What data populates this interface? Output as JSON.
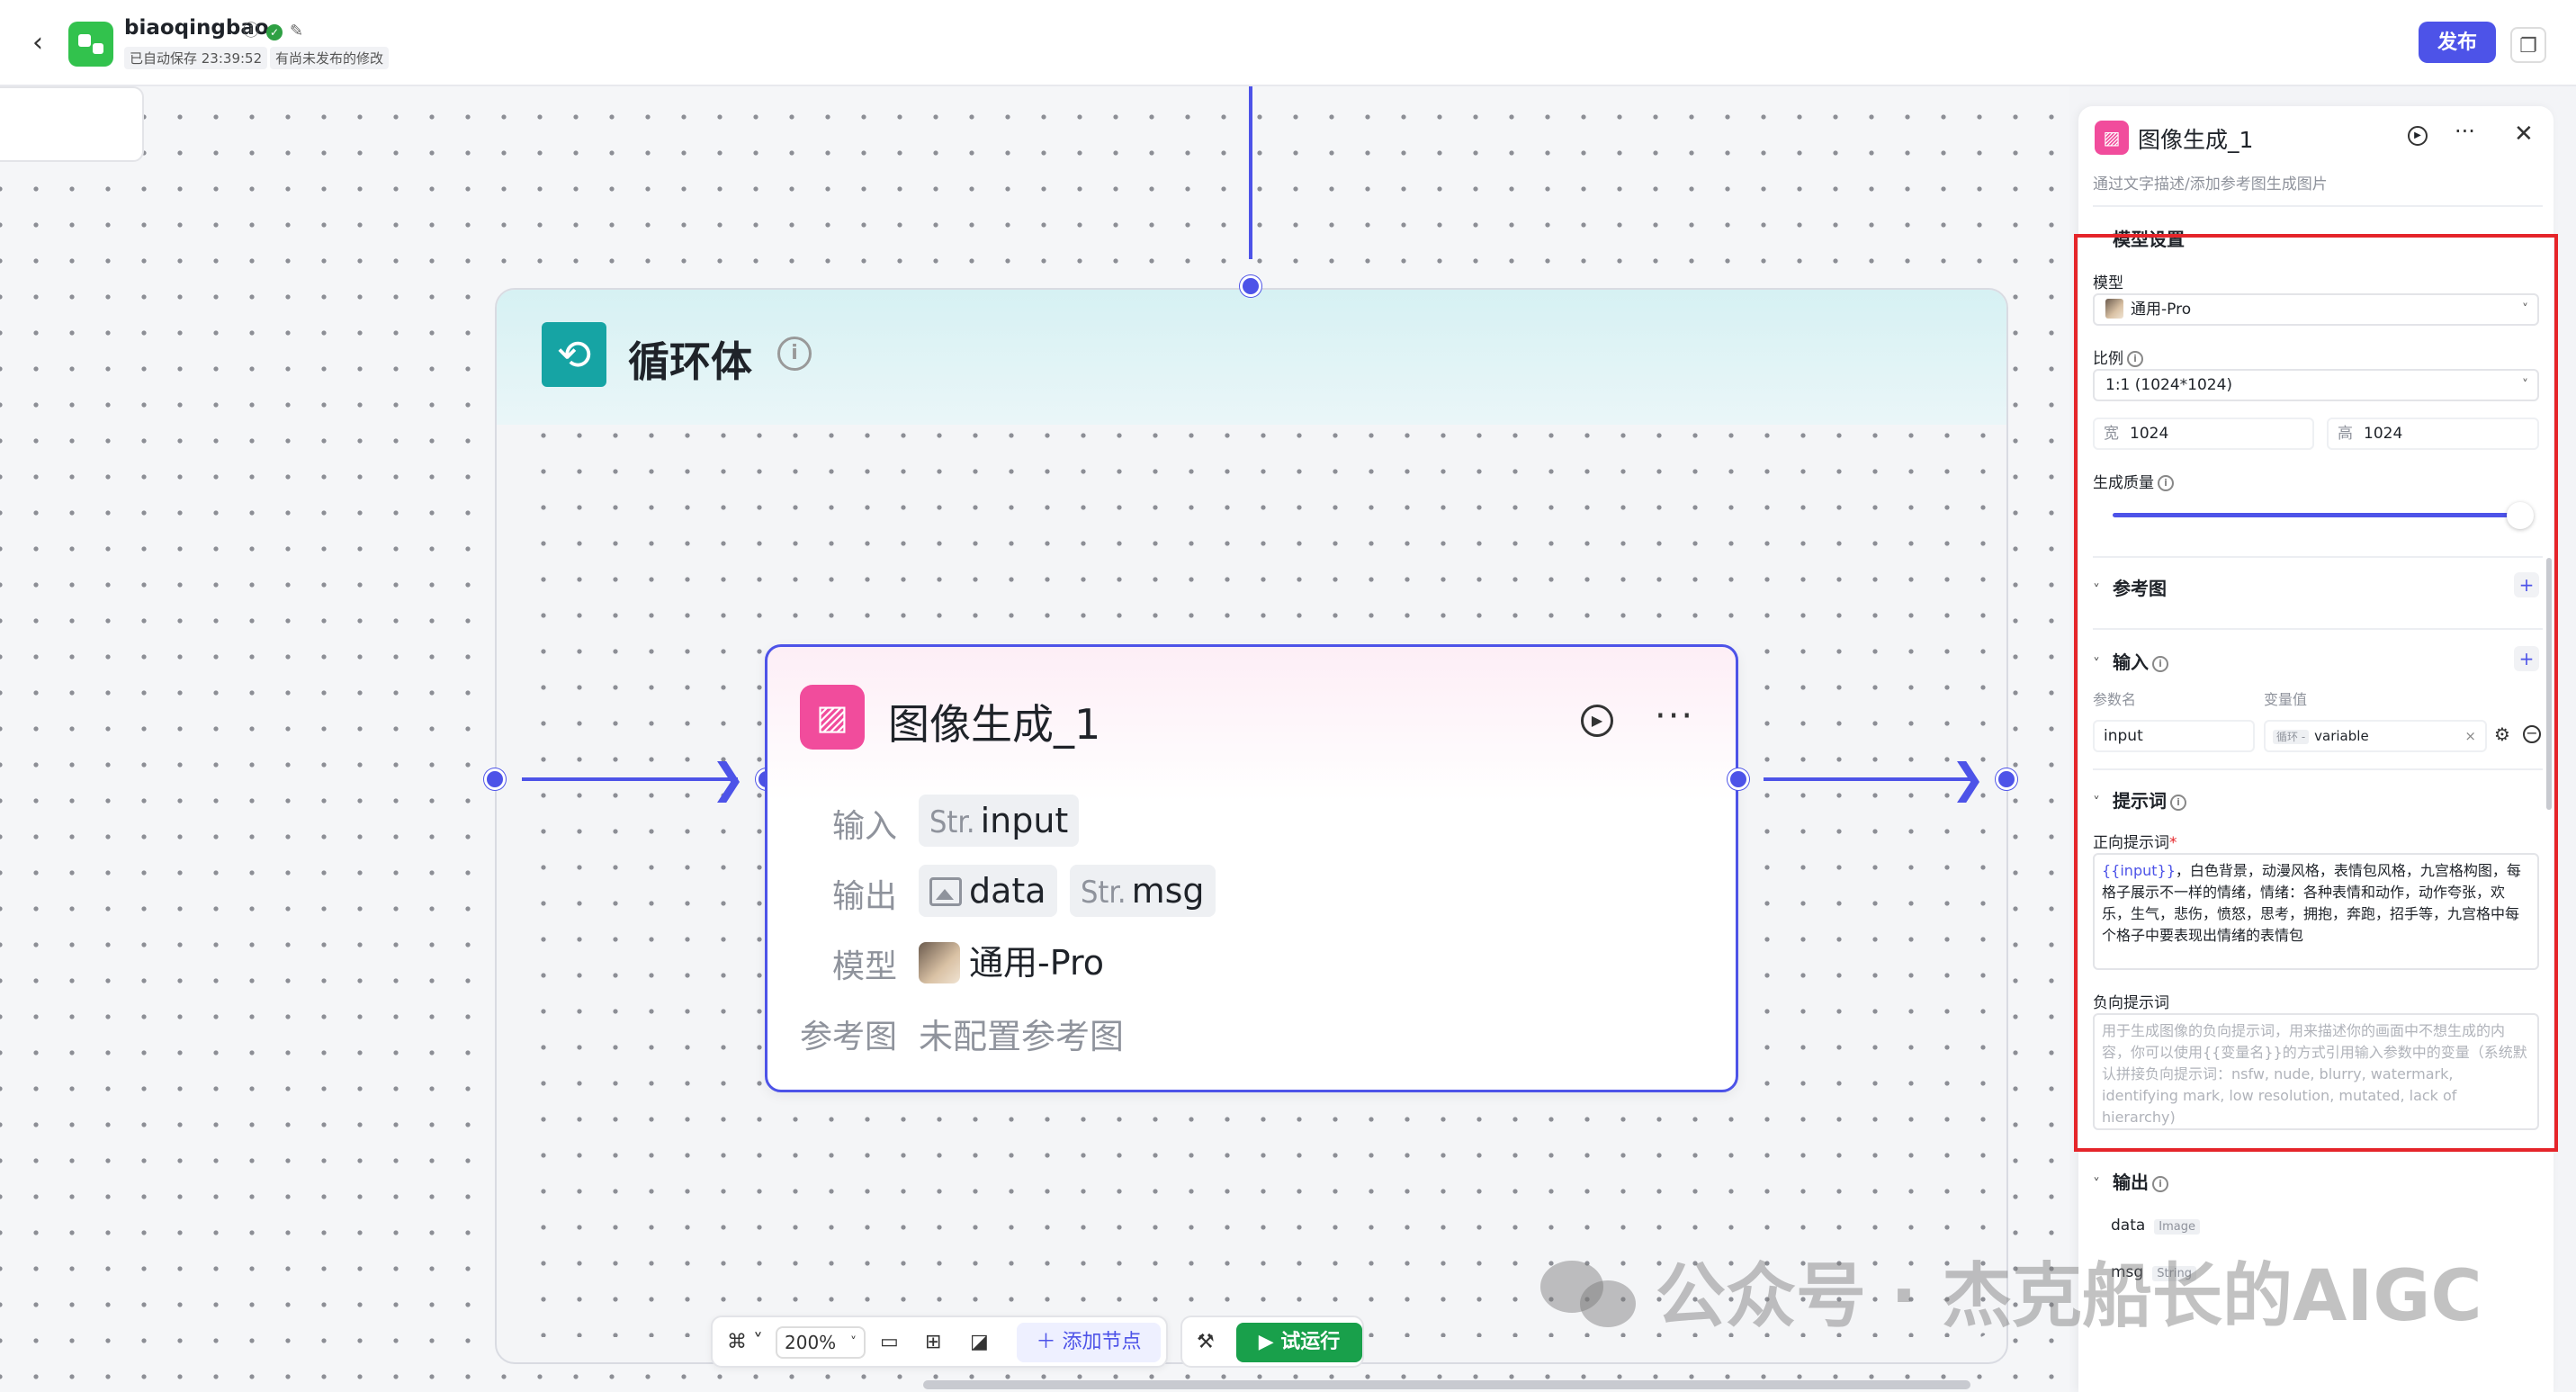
{
  "header": {
    "back_icon": "chevron-left-icon",
    "app_name": "biaoqingbao",
    "autosave": "已自动保存 23:39:52",
    "unpublished": "有尚未发布的修改",
    "publish_label": "发布",
    "colors": {
      "brand": "#4d53e8",
      "logo": "#32c24d"
    }
  },
  "canvas": {
    "loop_node": {
      "title": "循环体",
      "icon": "loop-icon",
      "color": "#16a4a4"
    },
    "image_node": {
      "title": "图像生成_1",
      "input_label": "输入",
      "input_type": "Str.",
      "input_value": "input",
      "output_label": "输出",
      "output_data": "data",
      "output_type": "Str.",
      "output_msg": "msg",
      "model_label": "模型",
      "model_value": "通用-Pro",
      "ref_label": "参考图",
      "ref_value": "未配置参考图",
      "color": "#f14c9c"
    }
  },
  "toolbar": {
    "zoom": "200%",
    "add_node": "添加节点",
    "test_run": "试运行"
  },
  "watermark": "公众号 · 杰克船长的AIGC",
  "panel": {
    "title": "图像生成_1",
    "description": "通过文字描述/添加参考图生成图片",
    "model_section": "模型设置",
    "model_label": "模型",
    "model_value": "通用-Pro",
    "ratio_label": "比例",
    "ratio_value": "1:1 (1024*1024)",
    "width_key": "宽",
    "width_value": "1024",
    "height_key": "高",
    "height_value": "1024",
    "quality_label": "生成质量",
    "quality_level": 1.0,
    "ref_section": "参考图",
    "input_section": "输入",
    "param_name_label": "参数名",
    "var_value_label": "变量值",
    "param_name": "input",
    "var_tag": "循环 -",
    "var_name": "variable",
    "prompt_section": "提示词",
    "positive_label": "正向提示词",
    "positive_var": "{{input}}",
    "positive_text": "，白色背景，动漫风格，表情包风格，九宫格构图，每格子展示不一样的情绪，情绪：各种表情和动作，动作夸张，欢乐，生气，悲伤，愤怒，思考，拥抱，奔跑，招手等，九宫格中每个格子中要表现出情绪的表情包",
    "negative_label": "负向提示词",
    "negative_placeholder": "用于生成图像的负向提示词，用来描述你的画面中不想生成的内容，你可以使用{{变量名}}的方式引用输入参数中的变量（系统默认拼接负向提示词：nsfw, nude, blurry, watermark, identifying mark, low resolution, mutated, lack of hierarchy)",
    "output_section": "输出",
    "out1_name": "data",
    "out1_type": "Image",
    "out2_name": "msg",
    "out2_type": "String"
  }
}
